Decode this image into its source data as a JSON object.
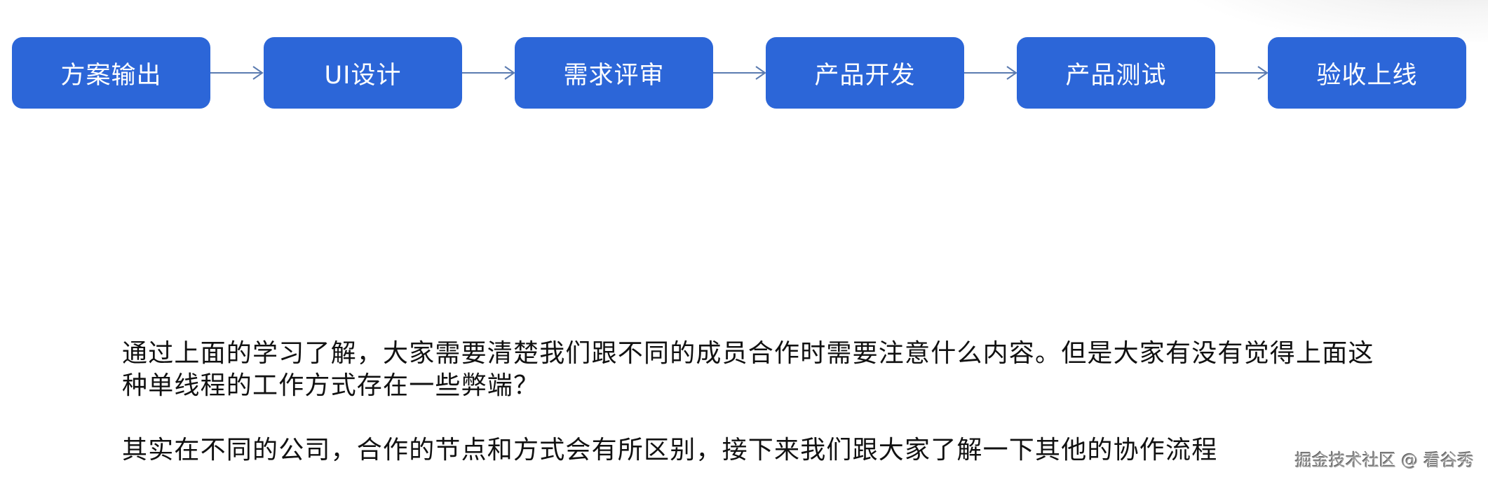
{
  "flow": {
    "steps": [
      {
        "label": "方案输出"
      },
      {
        "label": "UI设计"
      },
      {
        "label": "需求评审"
      },
      {
        "label": "产品开发"
      },
      {
        "label": "产品测试"
      },
      {
        "label": "验收上线"
      }
    ],
    "colors": {
      "step_fill": "#2c66d8",
      "step_text": "#ffffff",
      "arrow": "#5b7bb0"
    }
  },
  "body": {
    "paragraph_1": "通过上面的学习了解，大家需要清楚我们跟不同的成员合作时需要注意什么内容。但是大家有没有觉得上面这种单线程的工作方式存在一些弊端？",
    "paragraph_2": "其实在不同的公司，合作的节点和方式会有所区别，接下来我们跟大家了解一下其他的协作流程"
  },
  "watermark": "掘金技术社区 @ 看谷秀"
}
